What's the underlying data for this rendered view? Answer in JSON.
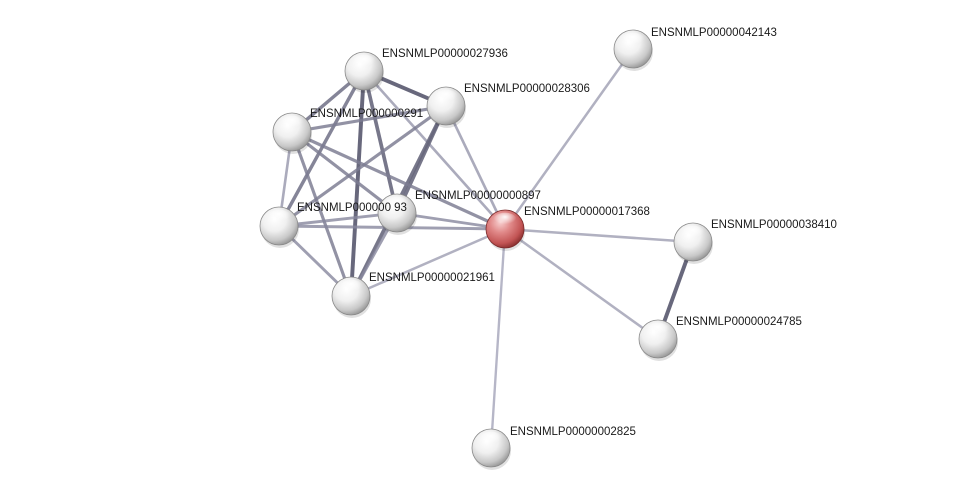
{
  "network": {
    "nodes": [
      {
        "id": "n27936",
        "label": "ENSNMLP00000027936",
        "color": "gray"
      },
      {
        "id": "n28306",
        "label": "ENSNMLP00000028306",
        "color": "gray"
      },
      {
        "id": "n29x",
        "label": "ENSNMLP000000291",
        "color": "gray"
      },
      {
        "id": "n897",
        "label": "ENSNMLP00000000897",
        "color": "gray"
      },
      {
        "id": "n093",
        "label": "ENSNMLP000000 93",
        "color": "gray"
      },
      {
        "id": "n21961",
        "label": "ENSNMLP00000021961",
        "color": "gray"
      },
      {
        "id": "n17368",
        "label": "ENSNMLP00000017368",
        "color": "red"
      },
      {
        "id": "n42143",
        "label": "ENSNMLP00000042143",
        "color": "gray"
      },
      {
        "id": "n38410",
        "label": "ENSNMLP00000038410",
        "color": "gray"
      },
      {
        "id": "n24785",
        "label": "ENSNMLP00000024785",
        "color": "gray"
      },
      {
        "id": "n2825",
        "label": "ENSNMLP00000002825",
        "color": "gray"
      }
    ],
    "edges": [
      {
        "source": "n27936",
        "target": "n28306",
        "strength": 0.9
      },
      {
        "source": "n27936",
        "target": "n29x",
        "strength": 0.7
      },
      {
        "source": "n27936",
        "target": "n093",
        "strength": 0.7
      },
      {
        "source": "n27936",
        "target": "n897",
        "strength": 0.8
      },
      {
        "source": "n27936",
        "target": "n21961",
        "strength": 0.9
      },
      {
        "source": "n27936",
        "target": "n17368",
        "strength": 0.4
      },
      {
        "source": "n28306",
        "target": "n29x",
        "strength": 0.6
      },
      {
        "source": "n28306",
        "target": "n093",
        "strength": 0.6
      },
      {
        "source": "n28306",
        "target": "n897",
        "strength": 0.8
      },
      {
        "source": "n28306",
        "target": "n21961",
        "strength": 0.8
      },
      {
        "source": "n28306",
        "target": "n17368",
        "strength": 0.4
      },
      {
        "source": "n29x",
        "target": "n093",
        "strength": 0.4
      },
      {
        "source": "n29x",
        "target": "n897",
        "strength": 0.6
      },
      {
        "source": "n29x",
        "target": "n21961",
        "strength": 0.6
      },
      {
        "source": "n29x",
        "target": "n17368",
        "strength": 0.6
      },
      {
        "source": "n093",
        "target": "n897",
        "strength": 0.5
      },
      {
        "source": "n093",
        "target": "n21961",
        "strength": 0.5
      },
      {
        "source": "n093",
        "target": "n17368",
        "strength": 0.5
      },
      {
        "source": "n897",
        "target": "n21961",
        "strength": 0.5
      },
      {
        "source": "n897",
        "target": "n17368",
        "strength": 0.5
      },
      {
        "source": "n21961",
        "target": "n17368",
        "strength": 0.35
      },
      {
        "source": "n17368",
        "target": "n42143",
        "strength": 0.35
      },
      {
        "source": "n17368",
        "target": "n38410",
        "strength": 0.35
      },
      {
        "source": "n17368",
        "target": "n24785",
        "strength": 0.35
      },
      {
        "source": "n17368",
        "target": "n2825",
        "strength": 0.3
      },
      {
        "source": "n38410",
        "target": "n24785",
        "strength": 0.9
      }
    ]
  }
}
